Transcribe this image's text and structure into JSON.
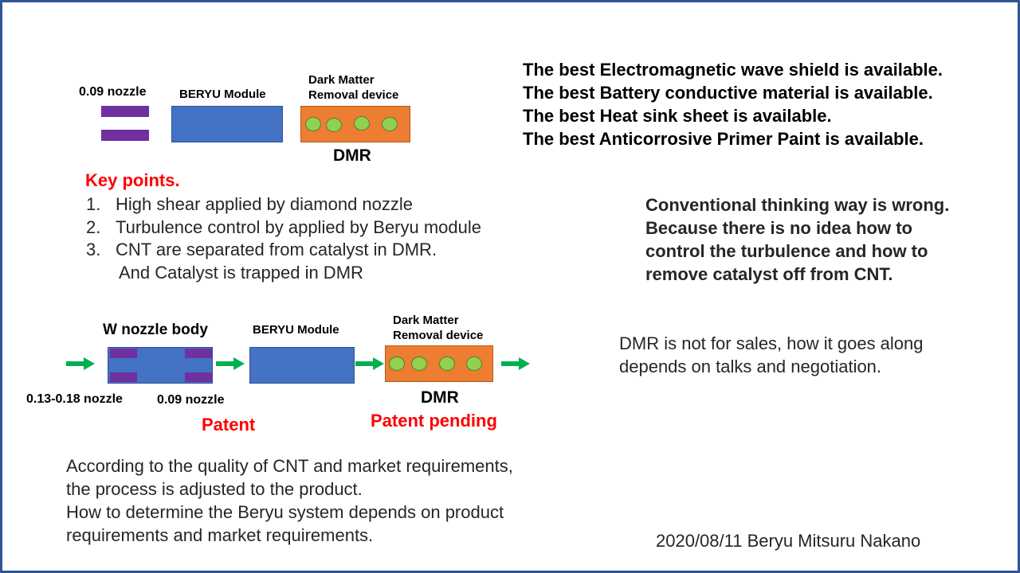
{
  "colors": {
    "border": "#2F5597",
    "module_blue": "#4472C4",
    "dmr_orange": "#ED7D31",
    "nozzle_purple": "#7030A0",
    "ball_green": "#92D050",
    "arrow_green": "#00B050",
    "accent_red": "#FF0000"
  },
  "top_diagram": {
    "nozzle_label": "0.09 nozzle",
    "module_label": "BERYU Module",
    "dmr_label_line1": "Dark Matter",
    "dmr_label_line2": "Removal device",
    "dmr_caption": "DMR"
  },
  "best_list": [
    "The best Electromagnetic wave shield is available.",
    "The best Battery conductive material is available.",
    "The best Heat sink sheet is available.",
    "The best Anticorrosive Primer Paint is available."
  ],
  "key_points": {
    "title": "Key points.",
    "items": [
      {
        "num": "1.",
        "text": "High shear applied by diamond nozzle"
      },
      {
        "num": "2.",
        "text": "Turbulence control by applied by Beryu module"
      },
      {
        "num": "3.",
        "text": "CNT are separated from catalyst in DMR."
      }
    ],
    "continuation": "And Catalyst is trapped in DMR"
  },
  "conventional": [
    "Conventional thinking way is wrong.",
    "Because there is no idea how to",
    "control the turbulence and how to",
    "remove catalyst off from CNT."
  ],
  "bottom_diagram": {
    "nozzle_body_label": "W nozzle body",
    "module_label": "BERYU Module",
    "dmr_label_line1": "Dark Matter",
    "dmr_label_line2": "Removal device",
    "inlet_nozzle_label": "0.13-0.18 nozzle",
    "outlet_nozzle_label": "0.09 nozzle",
    "dmr_caption": "DMR",
    "patent": "Patent",
    "patent_pending": "Patent pending"
  },
  "dmr_note": [
    "DMR is not for sales, how it goes along",
    "depends on talks and negotiation."
  ],
  "quality_note": [
    "According to the quality of CNT and market requirements,",
    "the process is adjusted to the product.",
    "How to determine the Beryu system depends on product",
    "requirements and market requirements."
  ],
  "footer": "2020/08/11 Beryu Mitsuru Nakano"
}
